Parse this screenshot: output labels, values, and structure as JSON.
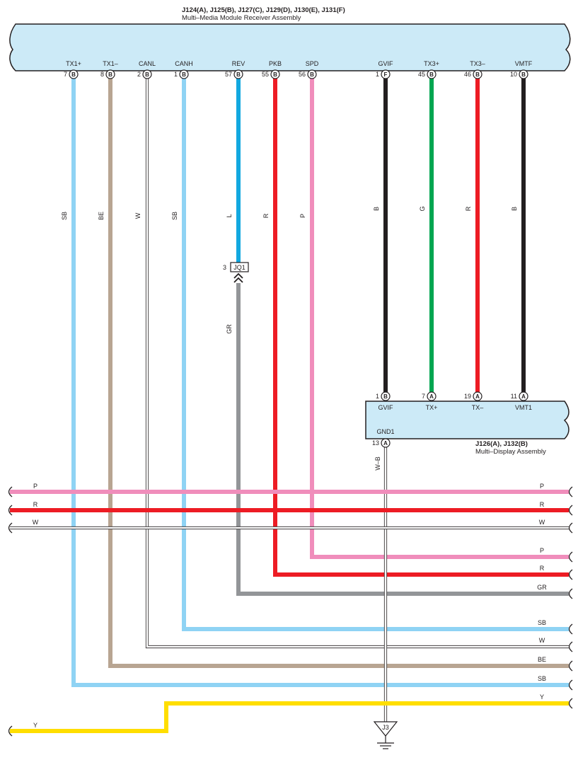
{
  "components": {
    "receiver": {
      "connectors": "J124(A), J125(B), J127(C), J129(D), J130(E), J131(F)",
      "name": "Multi–Media Module Receiver Assembly"
    },
    "display": {
      "connectors": "J126(A), J132(B)",
      "name": "Multi–Display Assembly"
    },
    "junction": {
      "number": "3",
      "label": "JQ1"
    },
    "ground": {
      "label": "J3"
    }
  },
  "colors": {
    "SB": "#8fd3f4",
    "BE": "#b8a592",
    "W": "#ffffff",
    "L": "#12a8e0",
    "R": "#ed1c24",
    "P": "#f08dbb",
    "B": "#231f20",
    "G": "#00a651",
    "GR": "#939598",
    "Y": "#ffde00",
    "box": "#cceaf7"
  },
  "receiver_pins": [
    {
      "label": "TX1+",
      "num": "7",
      "conn": "B",
      "wire": "SB"
    },
    {
      "label": "TX1–",
      "num": "8",
      "conn": "B",
      "wire": "BE"
    },
    {
      "label": "CANL",
      "num": "2",
      "conn": "B",
      "wire": "W"
    },
    {
      "label": "CANH",
      "num": "1",
      "conn": "B",
      "wire": "SB"
    },
    {
      "label": "REV",
      "num": "57",
      "conn": "B",
      "wire": "L"
    },
    {
      "label": "PKB",
      "num": "55",
      "conn": "B",
      "wire": "R"
    },
    {
      "label": "SPD",
      "num": "56",
      "conn": "B",
      "wire": "P"
    },
    {
      "label": "GVIF",
      "num": "1",
      "conn": "F",
      "wire": "B"
    },
    {
      "label": "TX3+",
      "num": "45",
      "conn": "B",
      "wire": "G"
    },
    {
      "label": "TX3–",
      "num": "46",
      "conn": "B",
      "wire": "R"
    },
    {
      "label": "VMTF",
      "num": "10",
      "conn": "B",
      "wire": "B"
    }
  ],
  "display_pins": [
    {
      "label": "GVIF",
      "num": "1",
      "conn": "B"
    },
    {
      "label": "TX+",
      "num": "7",
      "conn": "A"
    },
    {
      "label": "TX–",
      "num": "19",
      "conn": "A"
    },
    {
      "label": "VMT1",
      "num": "11",
      "conn": "A"
    }
  ],
  "display_ground_pin": {
    "label": "GND1",
    "num": "13",
    "conn": "A",
    "wire": "W–B"
  },
  "junction_out_wire": "GR",
  "bus_wires": [
    {
      "left": "P",
      "right": "P"
    },
    {
      "left": "R",
      "right": "R"
    },
    {
      "left": "W",
      "right": "W"
    }
  ],
  "right_wires": [
    "P",
    "R",
    "GR",
    "SB",
    "W",
    "BE",
    "SB",
    "Y"
  ],
  "y_wire_left": "Y"
}
